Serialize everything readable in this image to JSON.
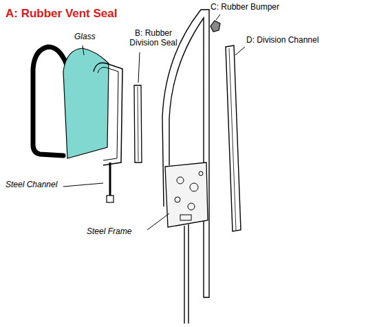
{
  "diagram": {
    "labels": [
      "A: Rubber Vent Seal",
      "Glass",
      "B: Rubber Division Seal",
      "C: Rubber Bumper",
      "D: Division Channel",
      "Steel Channel",
      "Steel Frame"
    ]
  }
}
